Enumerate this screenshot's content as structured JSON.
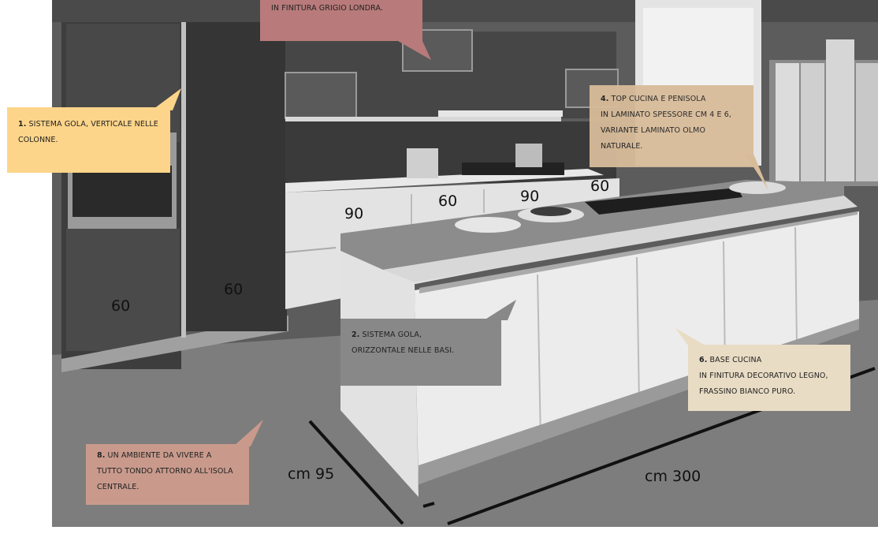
{
  "callouts": {
    "top_text": "IN FINITURA GRIGIO LONDRA.",
    "c1_num": "1.",
    "c1_text": " SISTEMA GOLA, VERTICALE NELLE\nCOLONNE.",
    "c2_num": "2.",
    "c2_text": " SISTEMA GOLA,\nORIZZONTALE NELLE BASI.",
    "c4_num": "4.",
    "c4_text": " TOP CUCINA E PENISOLA\nIN LAMINATO SPESSORE CM 4 E 6,\nVARIANTE LAMINATO OLMO\nNATURALE.",
    "c6_num": "6.",
    "c6_text": " BASE CUCINA\nIN FINITURA DECORATIVO LEGNO,\nFRASSINO BIANCO PURO.",
    "c8_num": "8.",
    "c8_text": " UN AMBIENTE DA VIVERE A\nTUTTO TONDO ATTORNO ALL'ISOLA\nCENTRALE."
  },
  "dimensions": {
    "col1": "60",
    "col2": "60",
    "base90a": "90",
    "base60a": "60",
    "base90b": "90",
    "base60b": "60",
    "depth": "cm 95",
    "length": "cm 300"
  },
  "colors": {
    "callout1": "#fdd58a",
    "callout2": "#888888",
    "callout4": "#d8bc9a",
    "callout6": "#e9dcc4",
    "callout8": "#c99a8c",
    "callout_top": "#b87a7a"
  }
}
